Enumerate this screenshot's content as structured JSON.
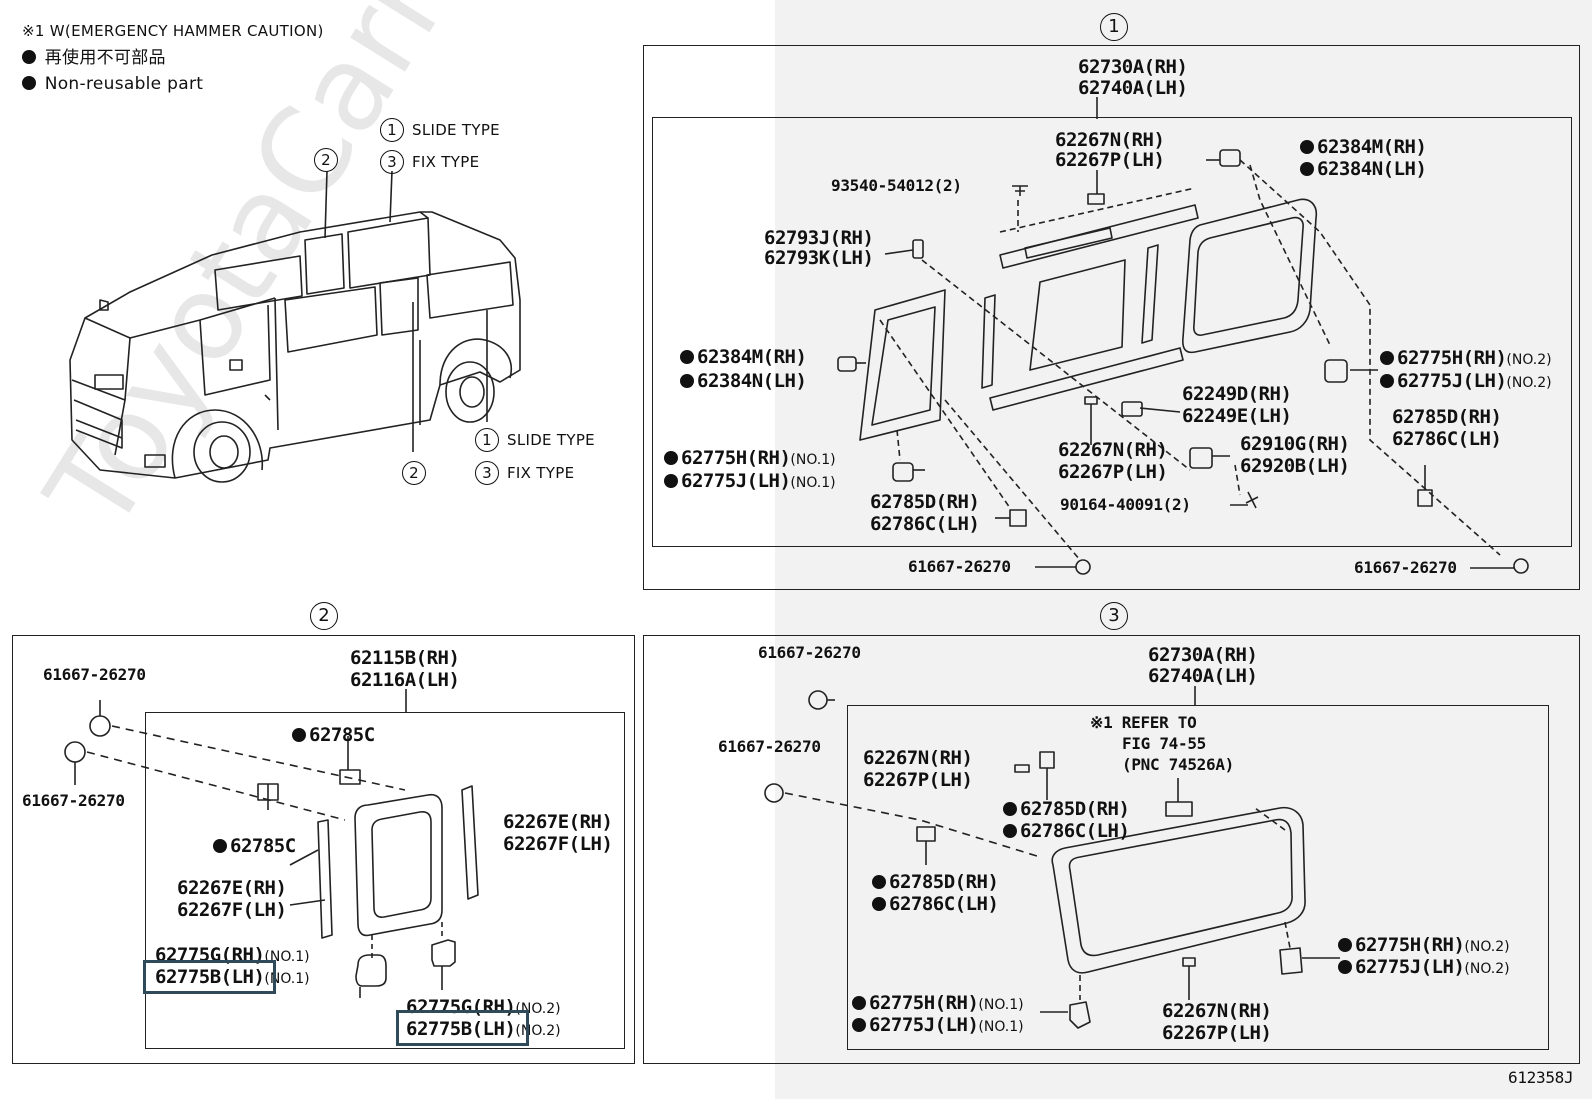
{
  "notes": {
    "caution": "※1 W(EMERGENCY HAMMER CAUTION)",
    "jp_bullet": "再使用不可部品",
    "en_bullet": "Non-reusable part"
  },
  "legend": {
    "num1": "1",
    "slide_type": "SLIDE TYPE",
    "num2": "2",
    "num3": "3",
    "fix_type": "FIX TYPE"
  },
  "watermark": "ToyotaCarmine.ru",
  "fig_number": "612358J",
  "panel1": {
    "marker": "1",
    "labels": {
      "top_rh": "62730A(RH)",
      "top_lh": "62740A(LH)",
      "n_rh": "62267N(RH)",
      "p_lh": "62267P(LH)",
      "bolt": "93540-54012(2)",
      "m_rh_r": "62384M(RH)",
      "n_lh_r": "62384N(LH)",
      "j_rh": "62793J(RH)",
      "k_lh": "62793K(LH)",
      "m_rh_l": "62384M(RH)",
      "n_lh_l": "62384N(LH)",
      "h_rh_r": "62775H(RH)",
      "no2a": "(NO.2)",
      "j_lh_r": "62775J(LH)",
      "no2b": "(NO.2)",
      "d_rh_r": "62785D(RH)",
      "c_lh_r": "62786C(LH)",
      "d249": "62249D(RH)",
      "e249": "62249E(LH)",
      "n_rh_b": "62267N(RH)",
      "p_lh_b": "62267P(LH)",
      "g910": "62910G(RH)",
      "b920": "62920B(LH)",
      "h_rh_l": "62775H(RH)",
      "no1a": "(NO.1)",
      "j_lh_l": "62775J(LH)",
      "no1b": "(NO.1)",
      "d_rh_l": "62785D(RH)",
      "c_lh_l": "62786C(LH)",
      "screw": "90164-40091(2)",
      "clip_l": "61667-26270",
      "clip_r": "61667-26270"
    }
  },
  "panel2": {
    "marker": "2",
    "labels": {
      "clip_a": "61667-26270",
      "clip_b": "61667-26270",
      "b115": "62115B(RH)",
      "a116": "62116A(LH)",
      "c785_a": "62785C",
      "c785_b": "62785C",
      "e_rh_r": "62267E(RH)",
      "f_lh_r": "62267F(LH)",
      "e_rh_l": "62267E(RH)",
      "f_lh_l": "62267F(LH)",
      "g_rh_1": "62775G(RH)",
      "no1a": "(NO.1)",
      "b_lh_1": "62775B(LH)",
      "no1b": "(NO.1)",
      "g_rh_2": "62775G(RH)",
      "no2a": "(NO.2)",
      "b_lh_2": "62775B(LH)",
      "no2b": "(NO.2)"
    }
  },
  "panel3": {
    "marker": "3",
    "labels": {
      "clip_a": "61667-26270",
      "clip_b": "61667-26270",
      "top_rh": "62730A(RH)",
      "top_lh": "62740A(LH)",
      "ref1": "※1 REFER TO",
      "ref2": "FIG 74-55",
      "ref3": "(PNC 74526A)",
      "n_rh": "62267N(RH)",
      "p_lh": "62267P(LH)",
      "d_rh_a": "62785D(RH)",
      "c_lh_a": "62786C(LH)",
      "d_rh_b": "62785D(RH)",
      "c_lh_b": "62786C(LH)",
      "h_rh_r": "62775H(RH)",
      "no2a": "(NO.2)",
      "j_lh_r": "62775J(LH)",
      "no2b": "(NO.2)",
      "h_rh_l": "62775H(RH)",
      "no1a": "(NO.1)",
      "j_lh_l": "62775J(LH)",
      "no1b": "(NO.1)",
      "n_rh_b": "62267N(RH)",
      "p_lh_b": "62267P(LH)"
    }
  }
}
